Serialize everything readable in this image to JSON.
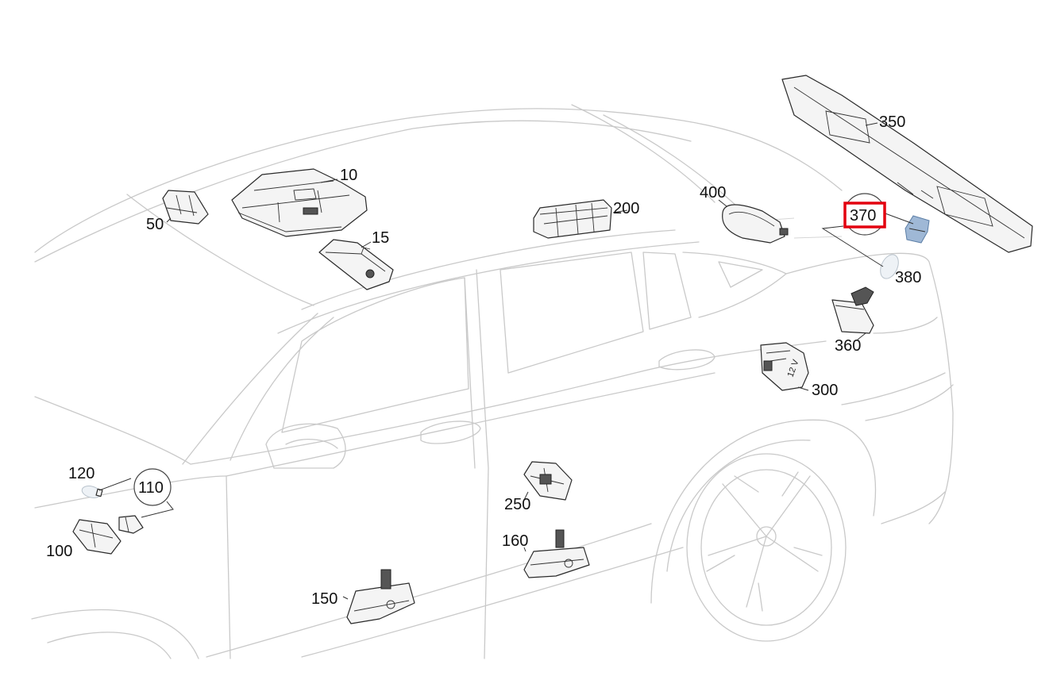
{
  "parts": {
    "p10": "10",
    "p15": "15",
    "p50": "50",
    "p100": "100",
    "p110": "110",
    "p120": "120",
    "p150": "150",
    "p160": "160",
    "p200": "200",
    "p250": "250",
    "p300": "300",
    "p350": "350",
    "p360": "360",
    "p370": "370",
    "p380": "380",
    "p400": "400"
  },
  "highlight": {
    "part": "370",
    "color": "#e3000f"
  },
  "socket_text": "12 V"
}
